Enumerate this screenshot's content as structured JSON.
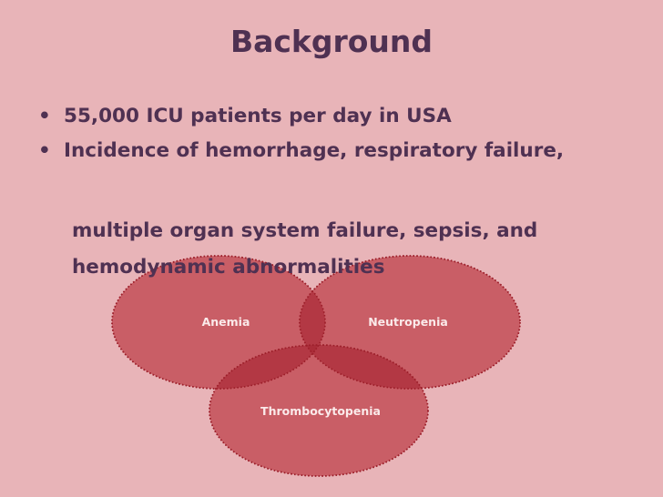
{
  "slide": {
    "title": "Background",
    "bullets": [
      "55,000 ICU patients per day in USA",
      "Incidence of hemorrhage, respiratory failure,"
    ],
    "continuation_lines": [
      "multiple organ system failure, sepsis, and",
      "hemodynamic abnormalities"
    ],
    "bullet_glyph": "•"
  },
  "venn": {
    "fill_color": "#c0454f",
    "stroke_color": "#9c1f2a",
    "overlap_color": "#a82a36",
    "sets": [
      {
        "label": "Anemia"
      },
      {
        "label": "Neutropenia"
      },
      {
        "label": "Thrombocytopenia"
      }
    ]
  }
}
